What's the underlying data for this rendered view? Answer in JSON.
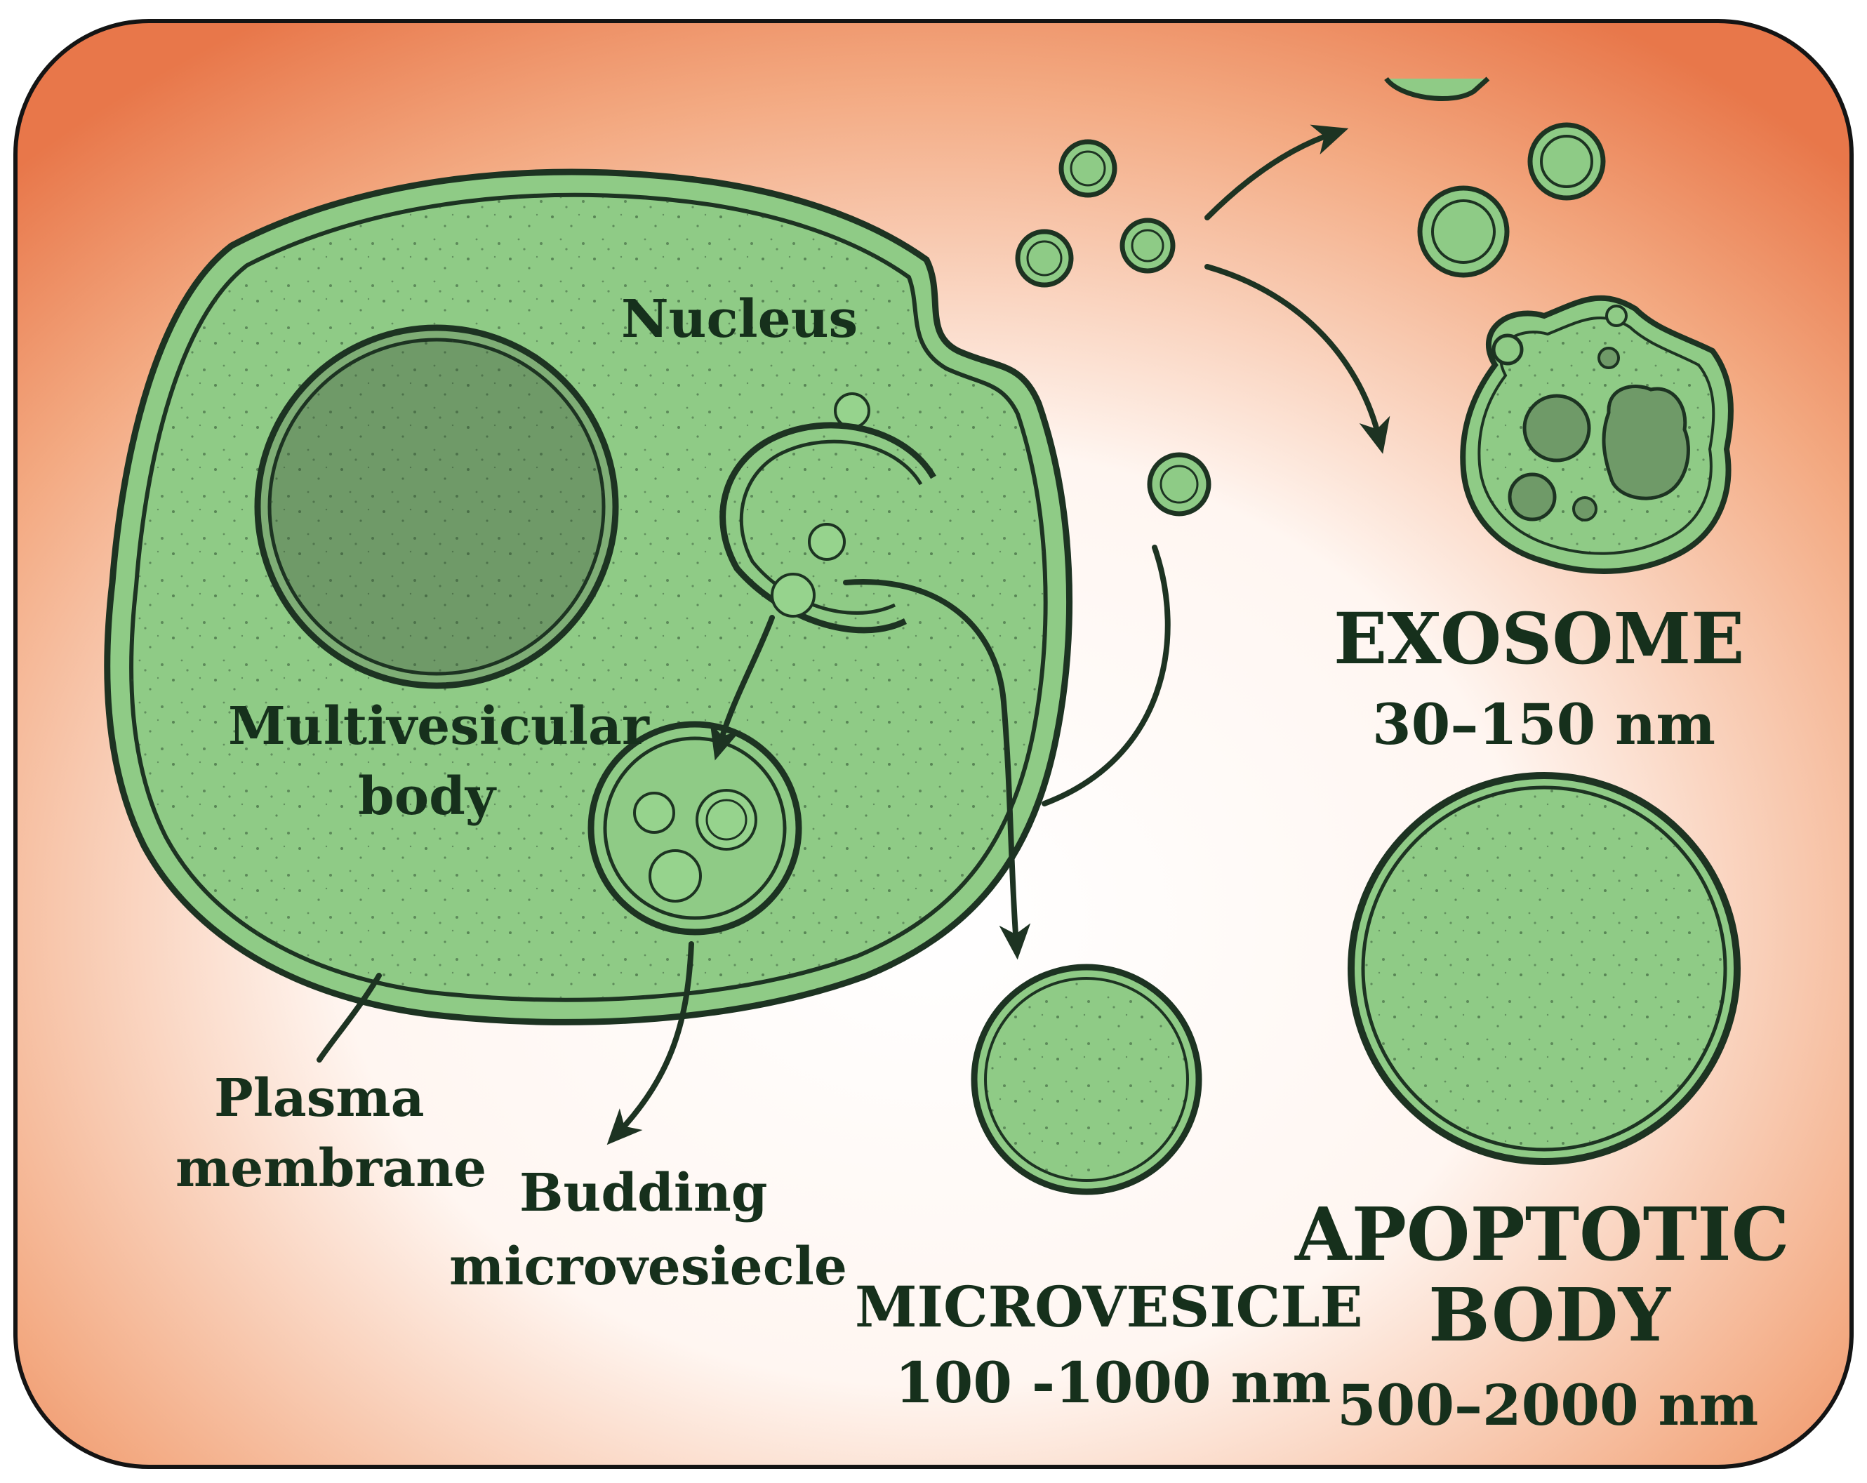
{
  "labels": {
    "nucleus": "Nucleus",
    "mvb_line1": "Multivesicular",
    "mvb_line2": "body",
    "plasma_line1": "Plasma",
    "plasma_line2": "membrane",
    "budding_line1": "Budding",
    "budding_line2": "microvesiecle",
    "exosome_title": "EXOSOME",
    "exosome_size": "30–150 nm",
    "microvesicle_title": "MICROVESICLE",
    "microvesicle_size": "100 -1000 nm",
    "apoptotic_line1": "APOPTOTIC",
    "apoptotic_line2": "BODY",
    "apoptotic_size": "500–2000 nm"
  },
  "colors": {
    "background_edge": "#e8774a",
    "background_center": "#ffffff",
    "cell_fill": "#8fcb86",
    "nucleus_fill": "#6f9a68",
    "outline": "#1d3322",
    "text": "#16301c"
  }
}
